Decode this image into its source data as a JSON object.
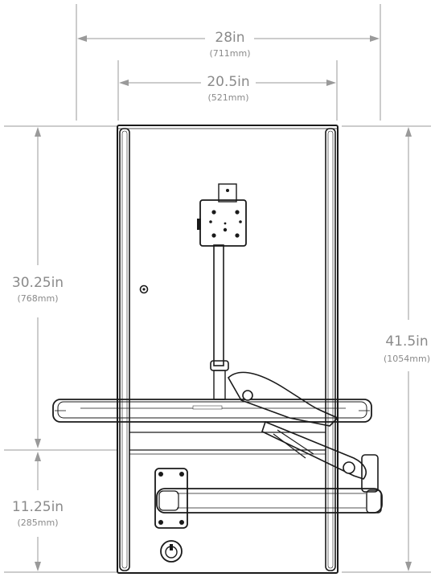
{
  "dimensions": {
    "overall_width": {
      "imperial": "28in",
      "metric": "(711mm)"
    },
    "cabinet_width": {
      "imperial": "20.5in",
      "metric": "(521mm)"
    },
    "upper_height": {
      "imperial": "30.25in",
      "metric": "(768mm)"
    },
    "lower_height": {
      "imperial": "11.25in",
      "metric": "(285mm)"
    },
    "total_height": {
      "imperial": "41.5in",
      "metric": "(1054mm)"
    }
  },
  "colors": {
    "dimension_text": "#8a8a8a",
    "dimension_line": "#9a9a9a",
    "line_art": "#1a1a1a"
  }
}
